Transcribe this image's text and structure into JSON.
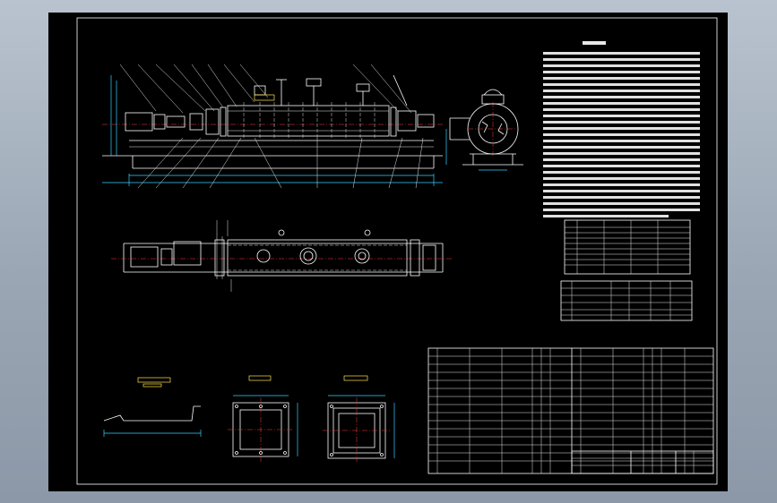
{
  "drawing": {
    "colors": {
      "canvas": "#000000",
      "line": "#ffffff",
      "center_line": "#ff3b3b",
      "dimension": "#36d0ff",
      "note_text": "#ffe34a",
      "backdrop": "#9aa6b4"
    },
    "views": [
      {
        "name": "front-elevation-view"
      },
      {
        "name": "side-section-view"
      },
      {
        "name": "top-plan-view"
      },
      {
        "name": "detail-view-left"
      },
      {
        "name": "flange-detail-a"
      },
      {
        "name": "flange-detail-b"
      }
    ],
    "tables": [
      {
        "name": "technical-notes-block"
      },
      {
        "name": "nozzle-table"
      },
      {
        "name": "parameter-table"
      },
      {
        "name": "parts-list"
      },
      {
        "name": "title-block"
      }
    ]
  }
}
